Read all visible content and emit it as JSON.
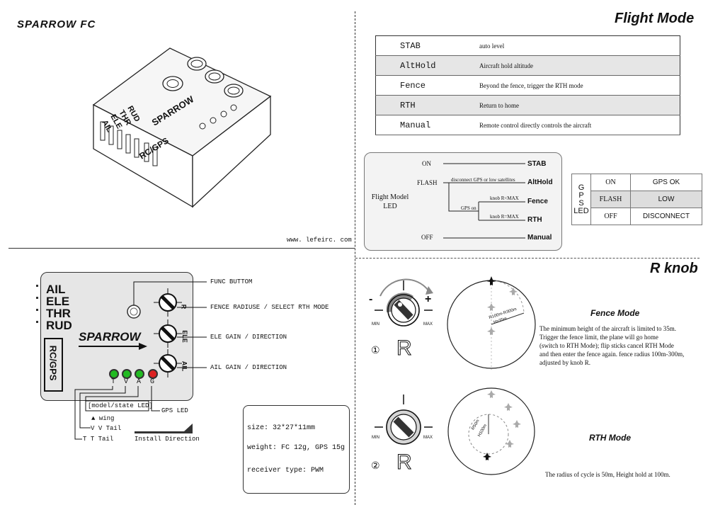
{
  "header": {
    "brand": "SPARROW FC",
    "flight_mode_title": "Flight Mode",
    "rknob_title": "R knob",
    "website": "www. lefeirc. com"
  },
  "device": {
    "stick_labels": [
      "AIL",
      "ELE",
      "THR",
      "RUD"
    ],
    "rc_gps": "RC/GPS",
    "sparrow": "SPARROW",
    "knob_labels": [
      "R",
      "ELE",
      "AIL"
    ],
    "led_letters": [
      "T",
      "V",
      "A",
      "G"
    ],
    "led_colors": [
      "#22bb22",
      "#22bb22",
      "#22bb22",
      "#dd2222"
    ]
  },
  "annotations": {
    "func_button": "FUNC BUTTOM",
    "fence_radius": "FENCE RADIUSE / SELECT RTH MODE",
    "ele_gain": "ELE GAIN / DIRECTION",
    "ail_gain": "AIL GAIN / DIRECTION",
    "model_state_led": "[model/state LED]",
    "gps_led": "GPS LED",
    "wing": "wing",
    "v_tail": "V Tail",
    "t_tail": "T Tail",
    "install_direction": "Install Direction"
  },
  "specs": {
    "size": "size: 32*27*11mm",
    "weight": "weight: FC 12g, GPS 15g",
    "receiver": "receiver type: PWM"
  },
  "flight_modes": [
    {
      "mode": "STAB",
      "desc": "auto level"
    },
    {
      "mode": "AltHold",
      "desc": "Aircraft hold altitude"
    },
    {
      "mode": "Fence",
      "desc": "Beyond the fence, trigger the RTH mode"
    },
    {
      "mode": "RTH",
      "desc": "Return to home"
    },
    {
      "mode": "Manual",
      "desc": "Remote control directly controls the aircraft"
    }
  ],
  "led_diagram": {
    "title_line1": "Flight Model",
    "title_line2": "LED",
    "on": "ON",
    "flash": "FLASH",
    "off": "OFF",
    "disconnect_note": "disconnect GPS or low satellites",
    "gps_on": "GPS on",
    "knob_lt": "knob R<MAX",
    "knob_eq": "knob R=MAX",
    "stab": "STAB",
    "althold": "AltHold",
    "fence": "Fence",
    "rth": "RTH",
    "manual": "Manual"
  },
  "gps_led": {
    "label_letters": [
      "G",
      "P",
      "S",
      "LED"
    ],
    "rows": [
      {
        "state": "ON",
        "value": "GPS OK"
      },
      {
        "state": "FLASH",
        "value": "LOW"
      },
      {
        "state": "OFF",
        "value": "DISCONNECT"
      }
    ]
  },
  "rknob": {
    "minus": "-",
    "plus": "+",
    "min": "MIN",
    "max": "MAX",
    "r_letter": "R",
    "circle1": "①",
    "circle2": "②",
    "fence_radius_label": "R100m-R300m",
    "fence_height_label": "H≥35m",
    "rth_radius_label": "R50m",
    "rth_height_label": "H100m",
    "fence_mode_title": "Fence Mode",
    "fence_mode_text": [
      "The minimum height of the aircraft is limited to 35m.",
      "Trigger the fence limit, the plane will go home",
      "(switch to RTH Mode); flip sticks cancel RTH Mode",
      "and then enter the fence again. fence radius 100m-300m,",
      "adjusted by knob R."
    ],
    "rth_mode_title": "RTH Mode",
    "rth_mode_text": "The radius of cycle is 50m, Height hold at 100m."
  }
}
